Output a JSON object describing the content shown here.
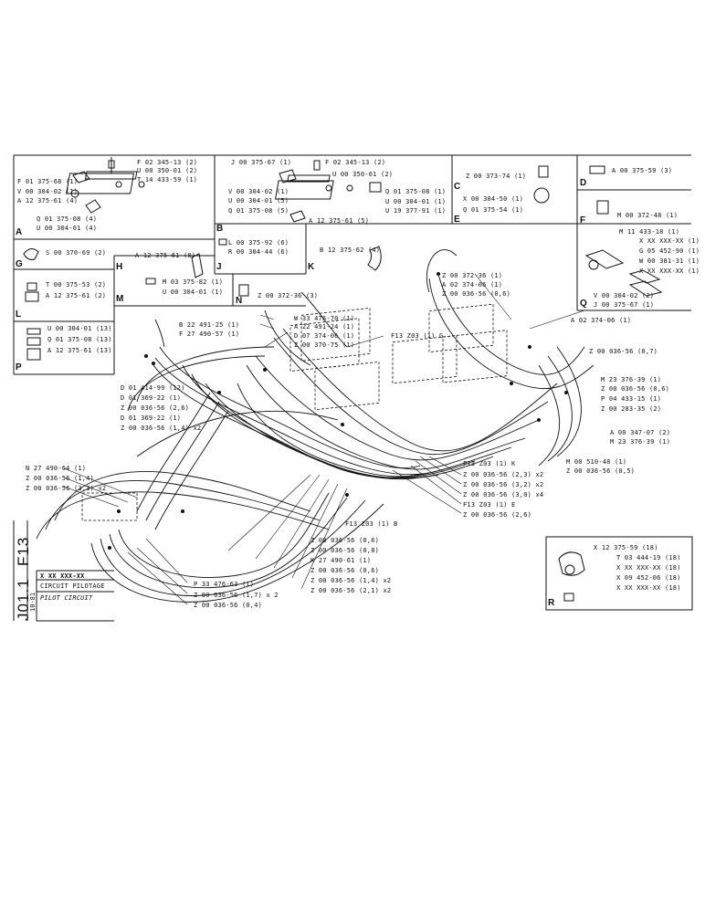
{
  "title_block": {
    "code": "X XX XXX-XX",
    "page_a": "F13",
    "page_b": "J01.1",
    "rev": "10-81",
    "title_fr": "CIRCUIT PILOTAGE",
    "title_en": "PILOT CIRCUIT"
  },
  "boxes": {
    "A": {
      "letter": "A",
      "parts": [
        "F 02 345-13 (2)",
        "U 00 350-01 (2)",
        "T 14 433-59 (1)",
        "F 01 375-68 (1)",
        "V 00 304-02 (1)",
        "A 12 375-61 (4)",
        "Q 01 375-08 (4)",
        "U 00 304-01 (4)"
      ]
    },
    "B": {
      "letter": "B",
      "parts": [
        "J 00 375-67 (1)",
        "F 02 345-13 (2)",
        "U 00 350-01 (2)",
        "V 00 304-02 (1)",
        "U 00 304-01 (5)",
        "Q 01 375-08 (5)",
        "Q 01 375-08 (1)",
        "U 00 304-01 (1)",
        "U 19 377-91 (1)",
        "A 12 375-61 (5)"
      ]
    },
    "C": {
      "letter": "C",
      "parts": [
        "Z 00 373-74 (1)"
      ]
    },
    "D": {
      "letter": "D",
      "parts": [
        "A 00 375-59 (3)"
      ]
    },
    "E": {
      "letter": "E",
      "parts": [
        "X 00 304-50 (1)",
        "Q 01 375-54 (1)"
      ]
    },
    "F": {
      "letter": "F",
      "parts": [
        "M 00 372-48 (1)"
      ]
    },
    "G": {
      "letter": "G",
      "parts": [
        "S 00 370-69 (2)"
      ]
    },
    "H": {
      "letter": "H",
      "parts": [
        "A 12 375-61 (8)"
      ]
    },
    "J": {
      "letter": "J",
      "parts": [
        "L 00 375-92 (6)",
        "R 00 304-44 (6)"
      ]
    },
    "K": {
      "letter": "K",
      "parts": [
        "B 12 375-62 (4)"
      ]
    },
    "L": {
      "letter": "L",
      "parts": [
        "T 00 375-53 (2)",
        "A 12 375-61 (2)"
      ]
    },
    "M": {
      "letter": "M",
      "parts": [
        "M 03 375-82 (1)",
        "U 00 304-01 (1)"
      ]
    },
    "N": {
      "letter": "N",
      "parts": [
        "Z 00 372-36 (3)"
      ]
    },
    "P": {
      "letter": "P",
      "parts": [
        "U 00 304-01 (13)",
        "Q 01 375-08 (13)",
        "A 12 375-61 (13)"
      ]
    },
    "Q": {
      "letter": "Q",
      "parts": [
        "M 11 433-18 (1)",
        "X XX XXX-XX (1)",
        "G 05 452-90 (1)",
        "W 00 381-31 (1)",
        "X XX XXX-XX (1)",
        "V 00 304-02 (2)",
        "J 00 375-67 (1)"
      ]
    },
    "R": {
      "letter": "R",
      "parts": [
        "X 12 375-59 (18)",
        "T 03 444-19 (18)",
        "X XX XXX-XX (18)",
        "X 09 452-06 (18)",
        "X XX XXX-XX (18)"
      ]
    }
  },
  "callouts": {
    "top_right": [
      "Z 00 372-36 (1)",
      "A 02 374-06 (1)",
      "Z 00 036-56 (0,6)",
      "A 02 374-06 (1)"
    ],
    "right": [
      "Z 00 036-56 (0,7)",
      "M 23 376-39 (1)",
      "Z 00 036-56 (0,6)",
      "P 04 433-15 (1)",
      "Z 00 283-35 (2)",
      "A 00 347-07 (2)",
      "M 23 376-39 (1)",
      "M 00 510-48 (1)",
      "Z 00 036-56 (0,5)"
    ],
    "center_top": [
      "W 33 476-70 (1)",
      "A 22 491-24 (1)",
      "D 07 374-06 (1)",
      "Z 00 370-75 (1)"
    ],
    "ref_center": "F13 Z03 (1) G",
    "left": [
      "B 22 491-25 (1)",
      "F 27 490-57 (1)",
      "D 01 414-99 (12)",
      "D 01 369-22 (1)",
      "Z 00 036-56 (2,6)",
      "D 01 369-22 (1)",
      "Z 00 036-56 (1,4) x2"
    ],
    "lower_left": [
      "N 27 490-64 (1)",
      "Z 00 036-56 (1,4)",
      "Z 00 036-56 (3,3) x2"
    ],
    "lower_center": [
      "F13 Z03 (1) K",
      "Z 00 036-56 (2,3) x2",
      "Z 00 036-56 (3,2) x2",
      "Z 00 036-56 (3,0) x4",
      "F13 Z03 (1) E",
      "Z 00 036-56 (2,6)",
      "F13 Z03 (1) B"
    ],
    "bottom": [
      "Z 00 036-56 (0,6)",
      "Z 00 036-56 (0,8)",
      "K 27 490-61 (1)",
      "Z 00 036-56 (0,6)",
      "Z 00 036-56 (1,4) x2",
      "Z 00 036-56 (2,1) x2",
      "P 33 476-63 (1)",
      "Z 00 036-56 (1,7) x 2",
      "Z 00 036-56 (0,4)"
    ]
  }
}
